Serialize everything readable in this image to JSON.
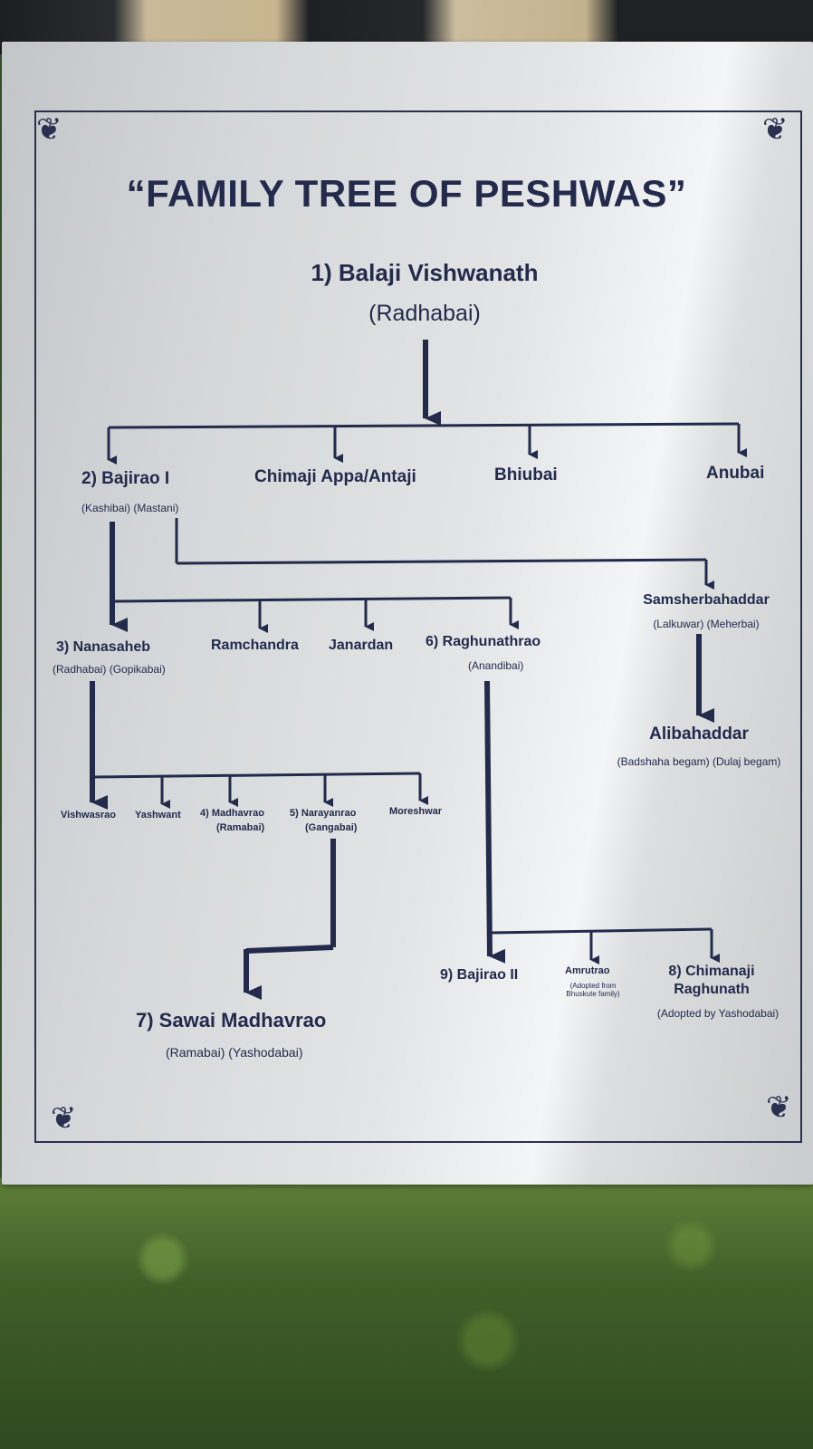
{
  "sign": {
    "title": "“FAMILY TREE OF PESHWAS”",
    "p1": {
      "name": "1) Balaji Vishwanath",
      "spouse": "(Radhabai)"
    },
    "gen2": {
      "bajirao": "2) Bajirao I",
      "bajirao_spouses": "(Kashibai) (Mastani)",
      "chimaji": "Chimaji Appa/Antaji",
      "bhiubai": "Bhiubai",
      "anubai": "Anubai"
    },
    "samsher": {
      "name": "Samsherbahaddar",
      "spouses": "(Lalkuwar) (Meherbai)"
    },
    "ali": {
      "name": "Alibahaddar",
      "spouses": "(Badshaha begam) (Dulaj begam)"
    },
    "gen3": {
      "nanasaheb": "3) Nanasaheb",
      "nanasaheb_spouses": "(Radhabai) (Gopikabai)",
      "ramchandra": "Ramchandra",
      "janardan": "Janardan",
      "raghunathrao": "6) Raghunathrao",
      "raghunathrao_spouse": "(Anandibai)"
    },
    "gen4": {
      "vishwasrao": "Vishwasrao",
      "yashwant": "Yashwant",
      "madhavrao": "4) Madhavrao",
      "madhavrao_spouse": "(Ramabai)",
      "narayanrao": "5) Narayanrao",
      "narayanrao_spouse": "(Gangabai)",
      "moreshwar": "Moreshwar"
    },
    "sawai": {
      "name": "7) Sawai Madhavrao",
      "spouses": "(Ramabai) (Yashodabai)"
    },
    "gen5": {
      "bajirao2": "9) Bajirao II",
      "amrutrao": "Amrutrao",
      "amrutrao_note1": "(Adopted from",
      "amrutrao_note2": "Bhuskute family)",
      "chimanaji1": "8) Chimanaji",
      "chimanaji2": "Raghunath",
      "chimanaji_note": "(Adopted by Yashodabai)"
    }
  }
}
